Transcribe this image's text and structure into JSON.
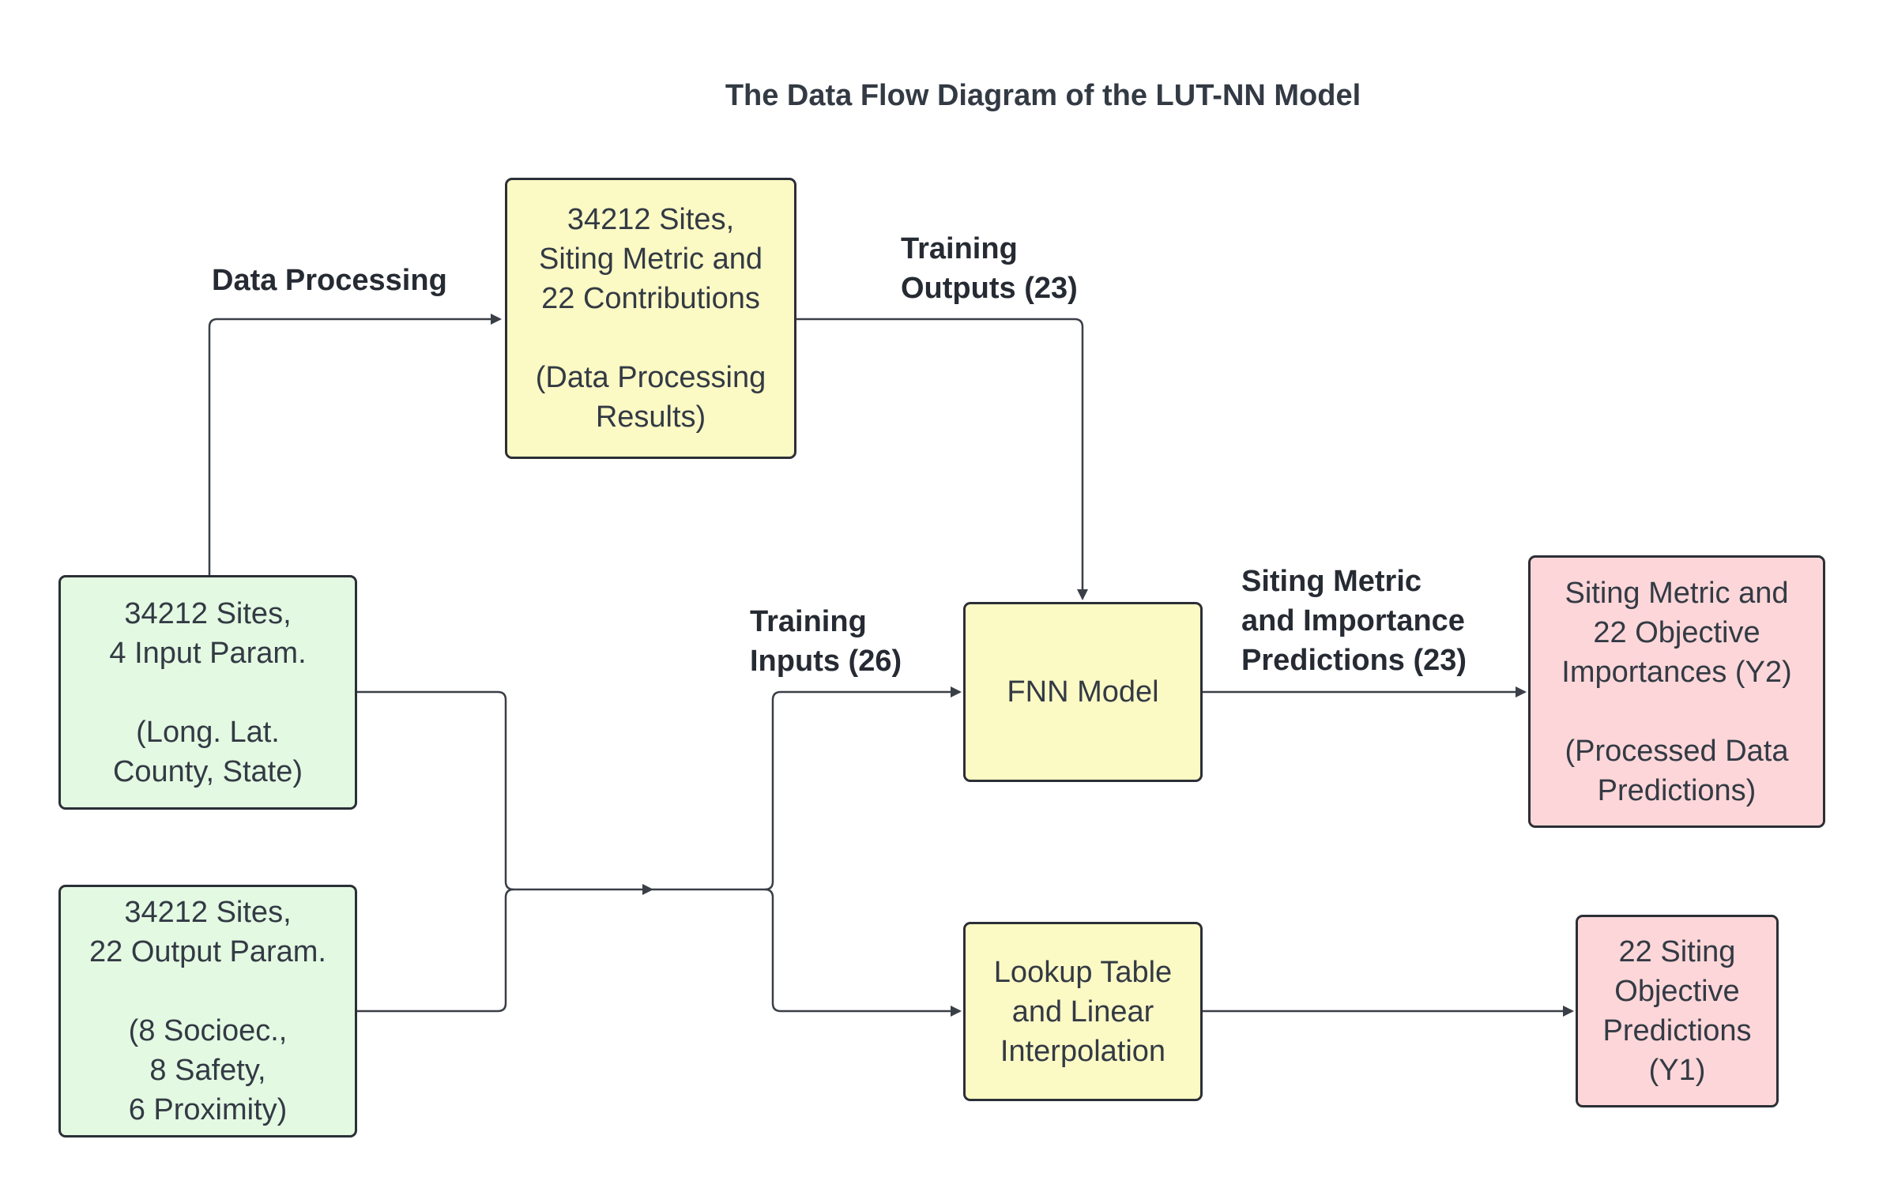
{
  "title": "The Data Flow Diagram of the LUT-NN Model",
  "nodes": {
    "processing_results": "34212 Sites,\nSiting Metric and\n22 Contributions\n\n(Data Processing\nResults)",
    "input_params": "34212 Sites,\n4 Input Param.\n\n(Long. Lat.\nCounty, State)",
    "output_params": "34212 Sites,\n22 Output Param.\n\n(8 Socioec.,\n8 Safety,\n6 Proximity)",
    "fnn_model": "FNN Model",
    "lookup_table": "Lookup Table\nand Linear\nInterpolation",
    "importances": "Siting Metric and\n22 Objective\nImportances (Y2)\n\n(Processed Data\nPredictions)",
    "objective_predictions": "22 Siting\nObjective\nPredictions\n(Y1)"
  },
  "edge_labels": {
    "data_processing": "Data Processing",
    "training_outputs": "Training\nOutputs (23)",
    "training_inputs": "Training\nInputs (26)",
    "siting_predictions": "Siting Metric\nand Importance\nPredictions (23)"
  },
  "colors": {
    "process_fill": "#fbf9c4",
    "input_fill": "#e3f9e2",
    "output_fill": "#fcd6d8",
    "stroke": "#2b2f36",
    "edge": "#3a3f47"
  }
}
